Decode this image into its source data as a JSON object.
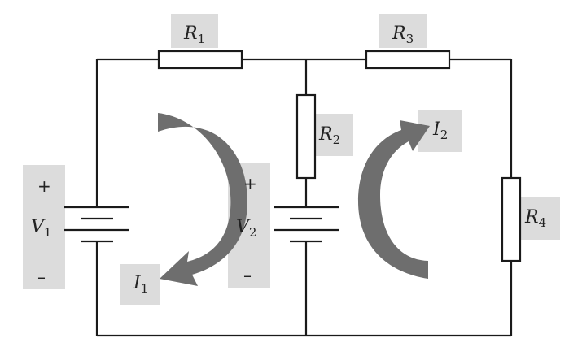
{
  "labels": {
    "R1": {
      "main": "R",
      "sub": "1"
    },
    "R2": {
      "main": "R",
      "sub": "2"
    },
    "R3": {
      "main": "R",
      "sub": "3"
    },
    "R4": {
      "main": "R",
      "sub": "4"
    },
    "V1": {
      "main": "V",
      "sub": "1",
      "plus": "+",
      "minus": "–"
    },
    "V2": {
      "main": "V",
      "sub": "2",
      "plus": "+",
      "minus": "–"
    },
    "I1": {
      "main": "I",
      "sub": "1"
    },
    "I2": {
      "main": "I",
      "sub": "2"
    }
  },
  "colors": {
    "wire": "#1a1a1a",
    "label_box": "#dcdcdc",
    "arrow": "#6e6e6e"
  }
}
